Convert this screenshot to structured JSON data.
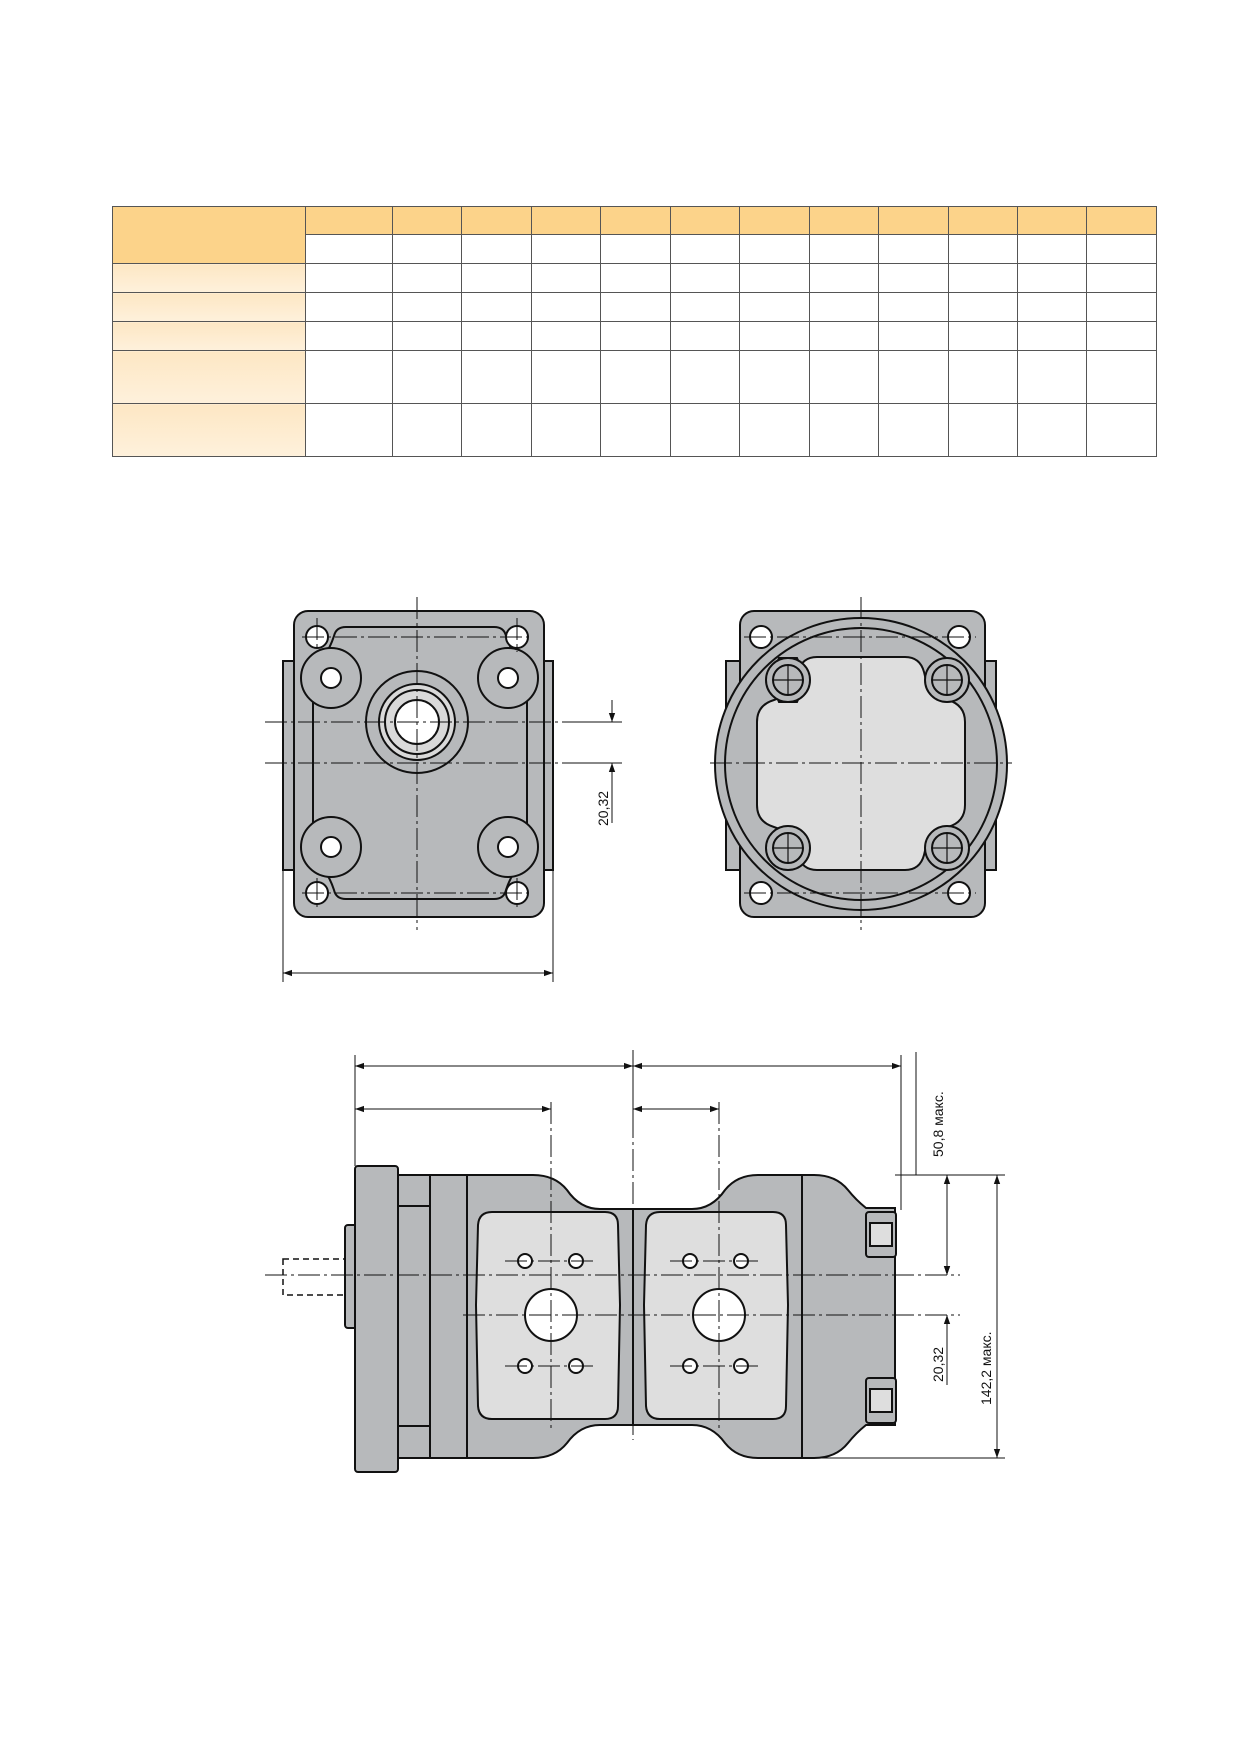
{
  "colors": {
    "table_header": "#fcd38a",
    "table_side": "#fde9c8",
    "body_gray": "#b7b9bb",
    "plate_gray": "#dcdcdc",
    "line": "#111111"
  },
  "dimensions": {
    "front_offset": "20,32",
    "side_top": "50,8 макс.",
    "side_offset": "20,32",
    "side_height": "142,2 макс."
  }
}
